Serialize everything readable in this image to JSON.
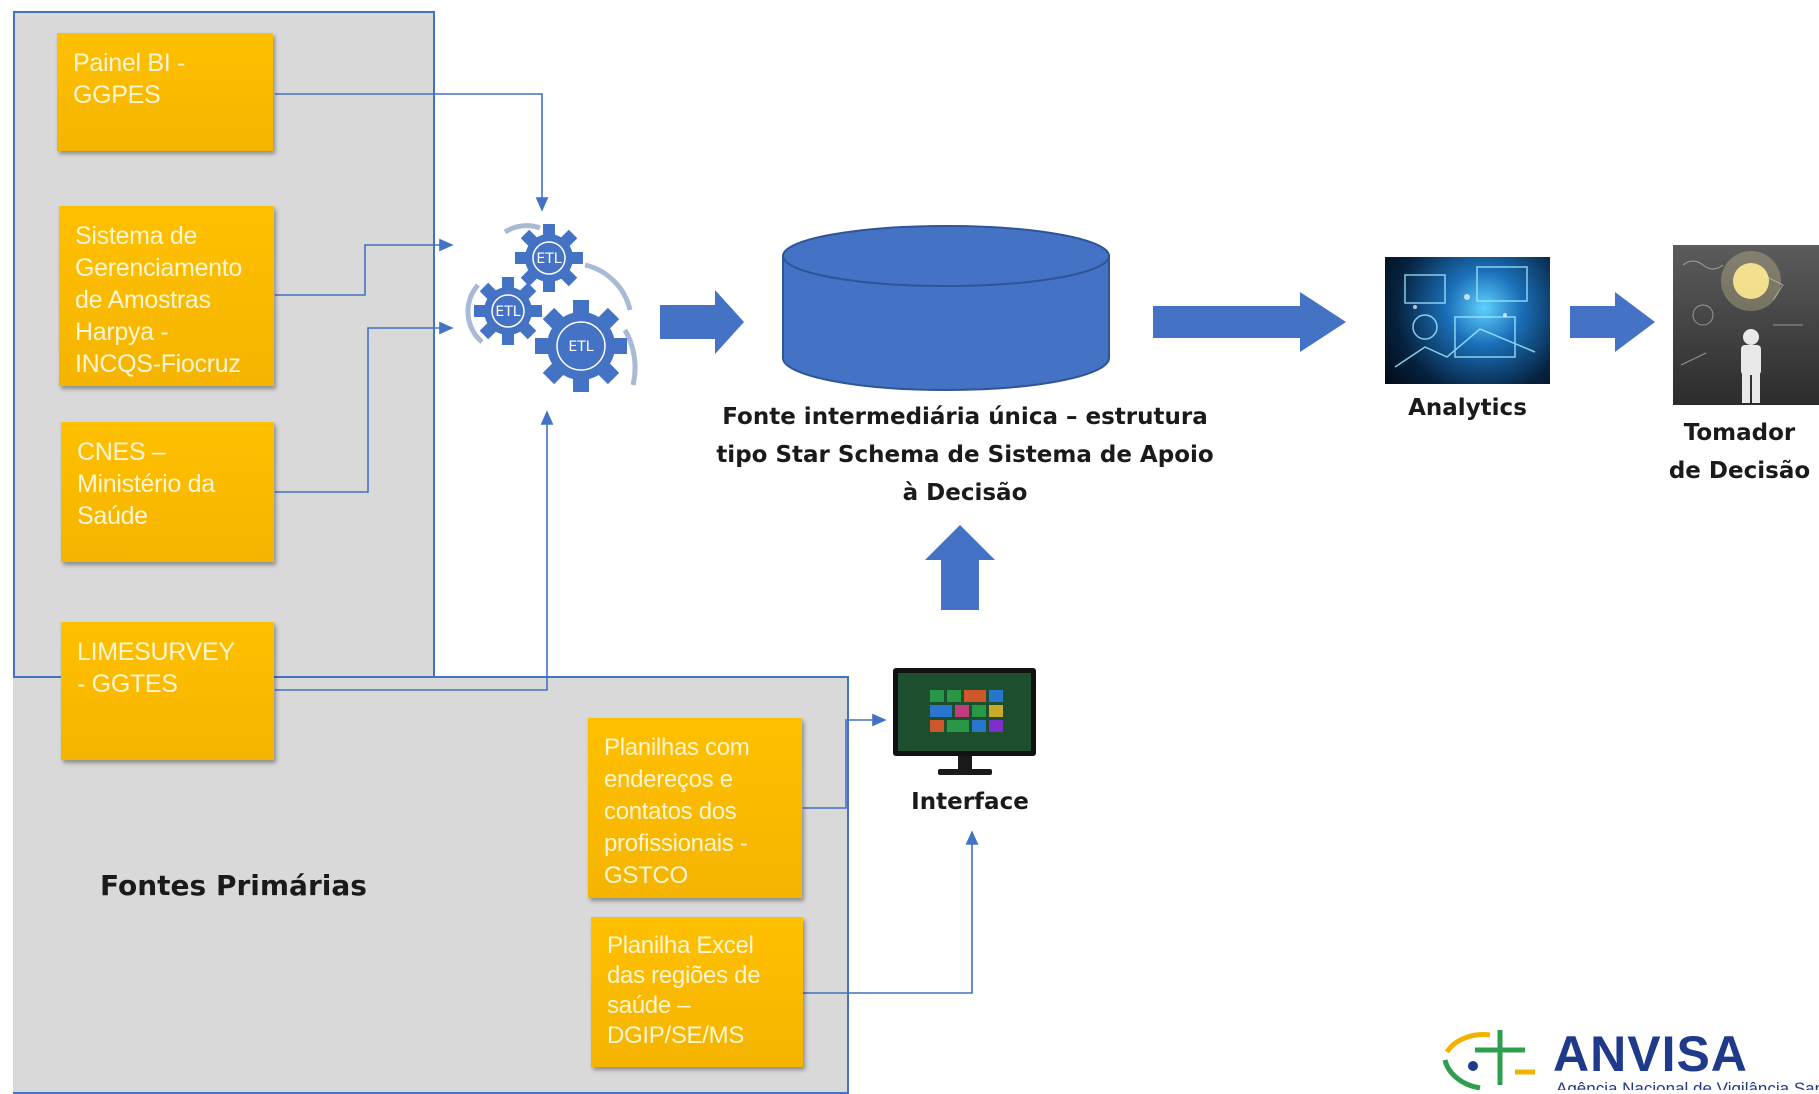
{
  "sources": {
    "painel_bi": "Painel BI  -\nGGPES",
    "harpya": "Sistema de\nGerenciamento\nde Amostras\nHarpya -\nINCQS-Fiocruz",
    "cnes": "CNES –\nMinistério da\nSaúde",
    "limesurvey": "LIMESURVEY\n- GGTES",
    "planilhas_enderecos": "Planilhas com\nendereços e\ncontatos dos\nprofissionais -\nGSTCO",
    "planilha_excel": "Planilha Excel\ndas regiões de\nsaúde –\nDGIP/SE/MS"
  },
  "labels": {
    "fontes_primarias": "Fontes Primárias",
    "fonte_intermediaria": "Fonte intermediária única – estrutura\ntipo Star Schema de Sistema de Apoio\nà Decisão",
    "analytics": "Analytics",
    "tomador": "Tomador\nde Decisão",
    "interface": "Interface"
  },
  "etl": {
    "gear_label": "ETL"
  },
  "brand": {
    "name": "ANVISA",
    "subtitle": "Agência Nacional de Vigilância Sanitária"
  },
  "colors": {
    "source_box": "#ffc000",
    "arrow_blue": "#4472c4",
    "region_gray": "#d9d9d9",
    "brand_blue": "#1f3a8a",
    "brand_yellow": "#f2b300",
    "brand_green": "#2e9e4f"
  },
  "icons": [
    "etl-gears-icon",
    "database-cylinder-icon",
    "analytics-image",
    "decision-maker-image",
    "monitor-icon",
    "anvisa-logo-icon"
  ]
}
